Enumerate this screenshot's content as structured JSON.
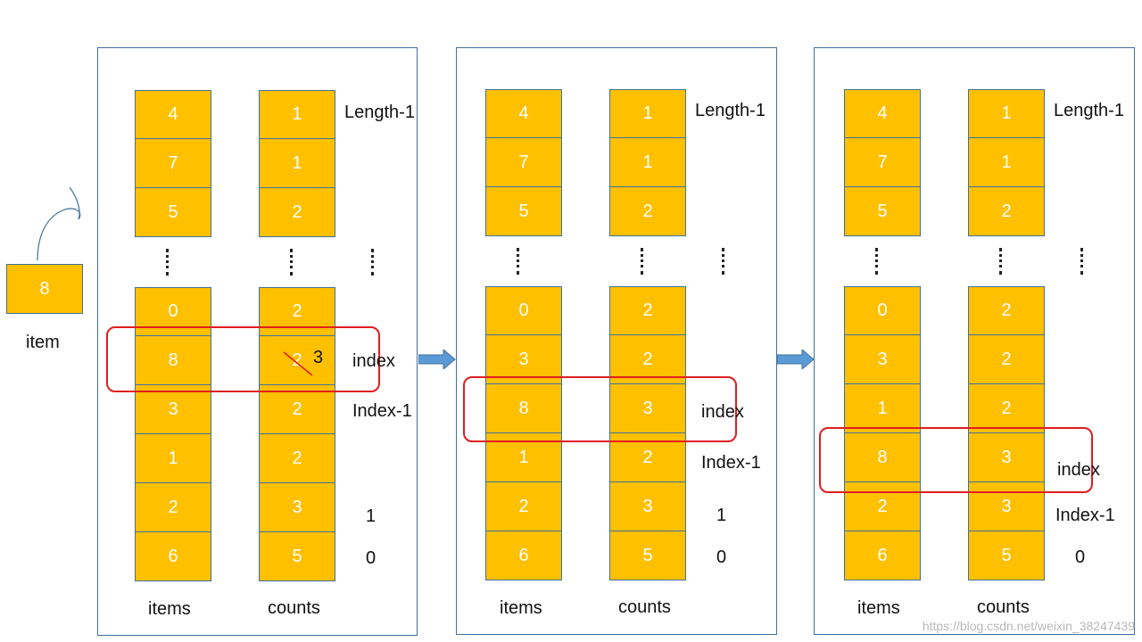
{
  "item": {
    "value": "8",
    "label": "item"
  },
  "panels": [
    {
      "items_top": [
        "4",
        "7",
        "5"
      ],
      "counts_top": [
        "1",
        "1",
        "2"
      ],
      "items_bottom": [
        "0",
        "8",
        "3",
        "1",
        "2",
        "6"
      ],
      "counts_bottom": [
        "2",
        "2",
        "2",
        "2",
        "3",
        "5"
      ],
      "edited_count": "3",
      "labels": {
        "length": "Length-1",
        "index": "index",
        "index_minus": "Index-1",
        "one": "1",
        "zero": "0"
      },
      "items_caption": "items",
      "counts_caption": "counts"
    },
    {
      "items_top": [
        "4",
        "7",
        "5"
      ],
      "counts_top": [
        "1",
        "1",
        "2"
      ],
      "items_bottom": [
        "0",
        "3",
        "8",
        "1",
        "2",
        "6"
      ],
      "counts_bottom": [
        "2",
        "2",
        "3",
        "2",
        "3",
        "5"
      ],
      "labels": {
        "length": "Length-1",
        "index": "index",
        "index_minus": "Index-1",
        "one": "1",
        "zero": "0"
      },
      "items_caption": "items",
      "counts_caption": "counts"
    },
    {
      "items_top": [
        "4",
        "7",
        "5"
      ],
      "counts_top": [
        "1",
        "1",
        "2"
      ],
      "items_bottom": [
        "0",
        "3",
        "1",
        "8",
        "2",
        "6"
      ],
      "counts_bottom": [
        "2",
        "2",
        "2",
        "3",
        "3",
        "5"
      ],
      "labels": {
        "length": "Length-1",
        "index": "index",
        "index_minus": "Index-1",
        "zero": "0"
      },
      "items_caption": "items",
      "counts_caption": "counts"
    }
  ],
  "watermark": "https://blog.csdn.net/weixin_38247439",
  "colors": {
    "cell": "#ffc000",
    "border": "#41719c",
    "highlight": "#e01e1e",
    "arrow": "#5b9bd5"
  }
}
